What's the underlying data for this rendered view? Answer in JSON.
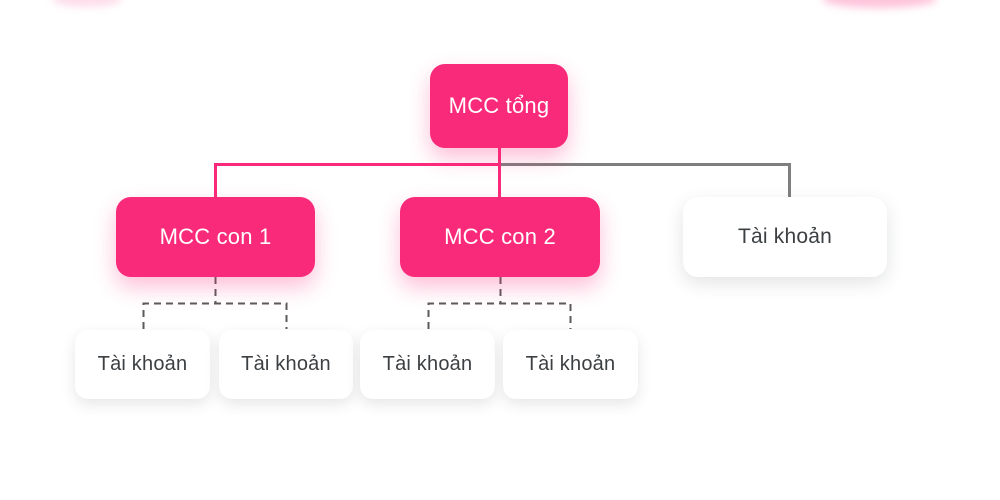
{
  "diagram": {
    "nodes": {
      "root": {
        "label": "MCC tổng",
        "type": "mcc"
      },
      "child1": {
        "label": "MCC con 1",
        "type": "mcc"
      },
      "child2": {
        "label": "MCC con 2",
        "type": "mcc"
      },
      "account_right": {
        "label": "Tài khoản",
        "type": "account"
      },
      "account1": {
        "label": "Tài khoản",
        "type": "account"
      },
      "account2": {
        "label": "Tài khoản",
        "type": "account"
      },
      "account3": {
        "label": "Tài khoản",
        "type": "account"
      },
      "account4": {
        "label": "Tài khoản",
        "type": "account"
      }
    },
    "edges": [
      {
        "from": "root",
        "to": "child1",
        "style": "solid",
        "color": "#fa2a7a"
      },
      {
        "from": "root",
        "to": "child2",
        "style": "solid",
        "color": "#fa2a7a"
      },
      {
        "from": "root",
        "to": "account_right",
        "style": "solid",
        "color": "#7f7f7f"
      },
      {
        "from": "child1",
        "to": "account1",
        "style": "dashed",
        "color": "#5b5b5b"
      },
      {
        "from": "child1",
        "to": "account2",
        "style": "dashed",
        "color": "#5b5b5b"
      },
      {
        "from": "child2",
        "to": "account3",
        "style": "dashed",
        "color": "#5b5b5b"
      },
      {
        "from": "child2",
        "to": "account4",
        "style": "dashed",
        "color": "#5b5b5b"
      }
    ],
    "colors": {
      "node_pink": "#fa2a7a",
      "node_white": "#ffffff",
      "pink_text": "#ffffff",
      "account_text": "#3c4043",
      "solid_pink_line": "#fa2a7a",
      "solid_gray_line": "#7f7f7f",
      "dashed_gray_line": "#5b5b5b",
      "background": "#ffffff"
    }
  }
}
